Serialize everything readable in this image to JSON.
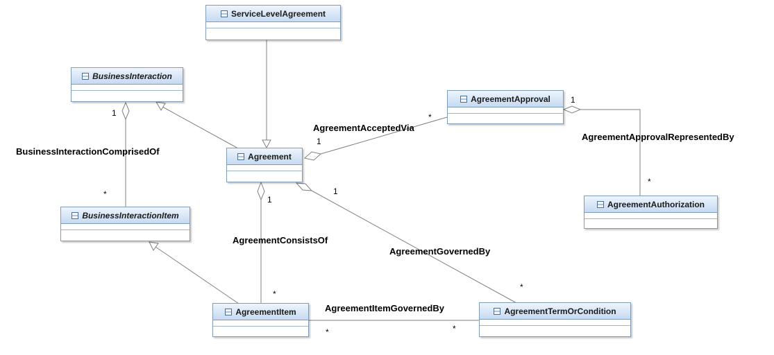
{
  "classes": {
    "sla": {
      "name": "ServiceLevelAgreement",
      "icon": "class-icon"
    },
    "business_interaction": {
      "name": "BusinessInteraction",
      "icon": "class-icon",
      "abstract": true
    },
    "agreement": {
      "name": "Agreement",
      "icon": "class-icon"
    },
    "agreement_approval": {
      "name": "AgreementApproval",
      "icon": "class-icon"
    },
    "agreement_authorization": {
      "name": "AgreementAuthorization",
      "icon": "class-icon"
    },
    "business_interaction_item": {
      "name": "BusinessInteractionItem",
      "icon": "class-icon",
      "abstract": true
    },
    "agreement_item": {
      "name": "AgreementItem",
      "icon": "class-icon"
    },
    "agreement_term": {
      "name": "AgreementTermOrCondition",
      "icon": "class-icon"
    }
  },
  "associations": {
    "comprised_of": {
      "label": "BusinessInteractionComprisedOf",
      "end1": "1",
      "end2": "*"
    },
    "accepted_via": {
      "label": "AgreementAcceptedVia",
      "end1": "1",
      "end2": "*"
    },
    "approval_represented_by": {
      "label": "AgreementApprovalRepresentedBy",
      "end1": "1",
      "end2": "*"
    },
    "consists_of": {
      "label": "AgreementConsistsOf",
      "end1": "1",
      "end2": "*"
    },
    "governed_by": {
      "label": "AgreementGovernedBy",
      "end1": "1",
      "end2": "*"
    },
    "item_governed_by": {
      "label": "AgreementItemGovernedBy",
      "end1": "*",
      "end2": "*"
    }
  },
  "colors": {
    "border": "#7f9db9",
    "header_top": "#eef5fd",
    "header_bottom": "#c6daf1",
    "line": "#808080"
  }
}
